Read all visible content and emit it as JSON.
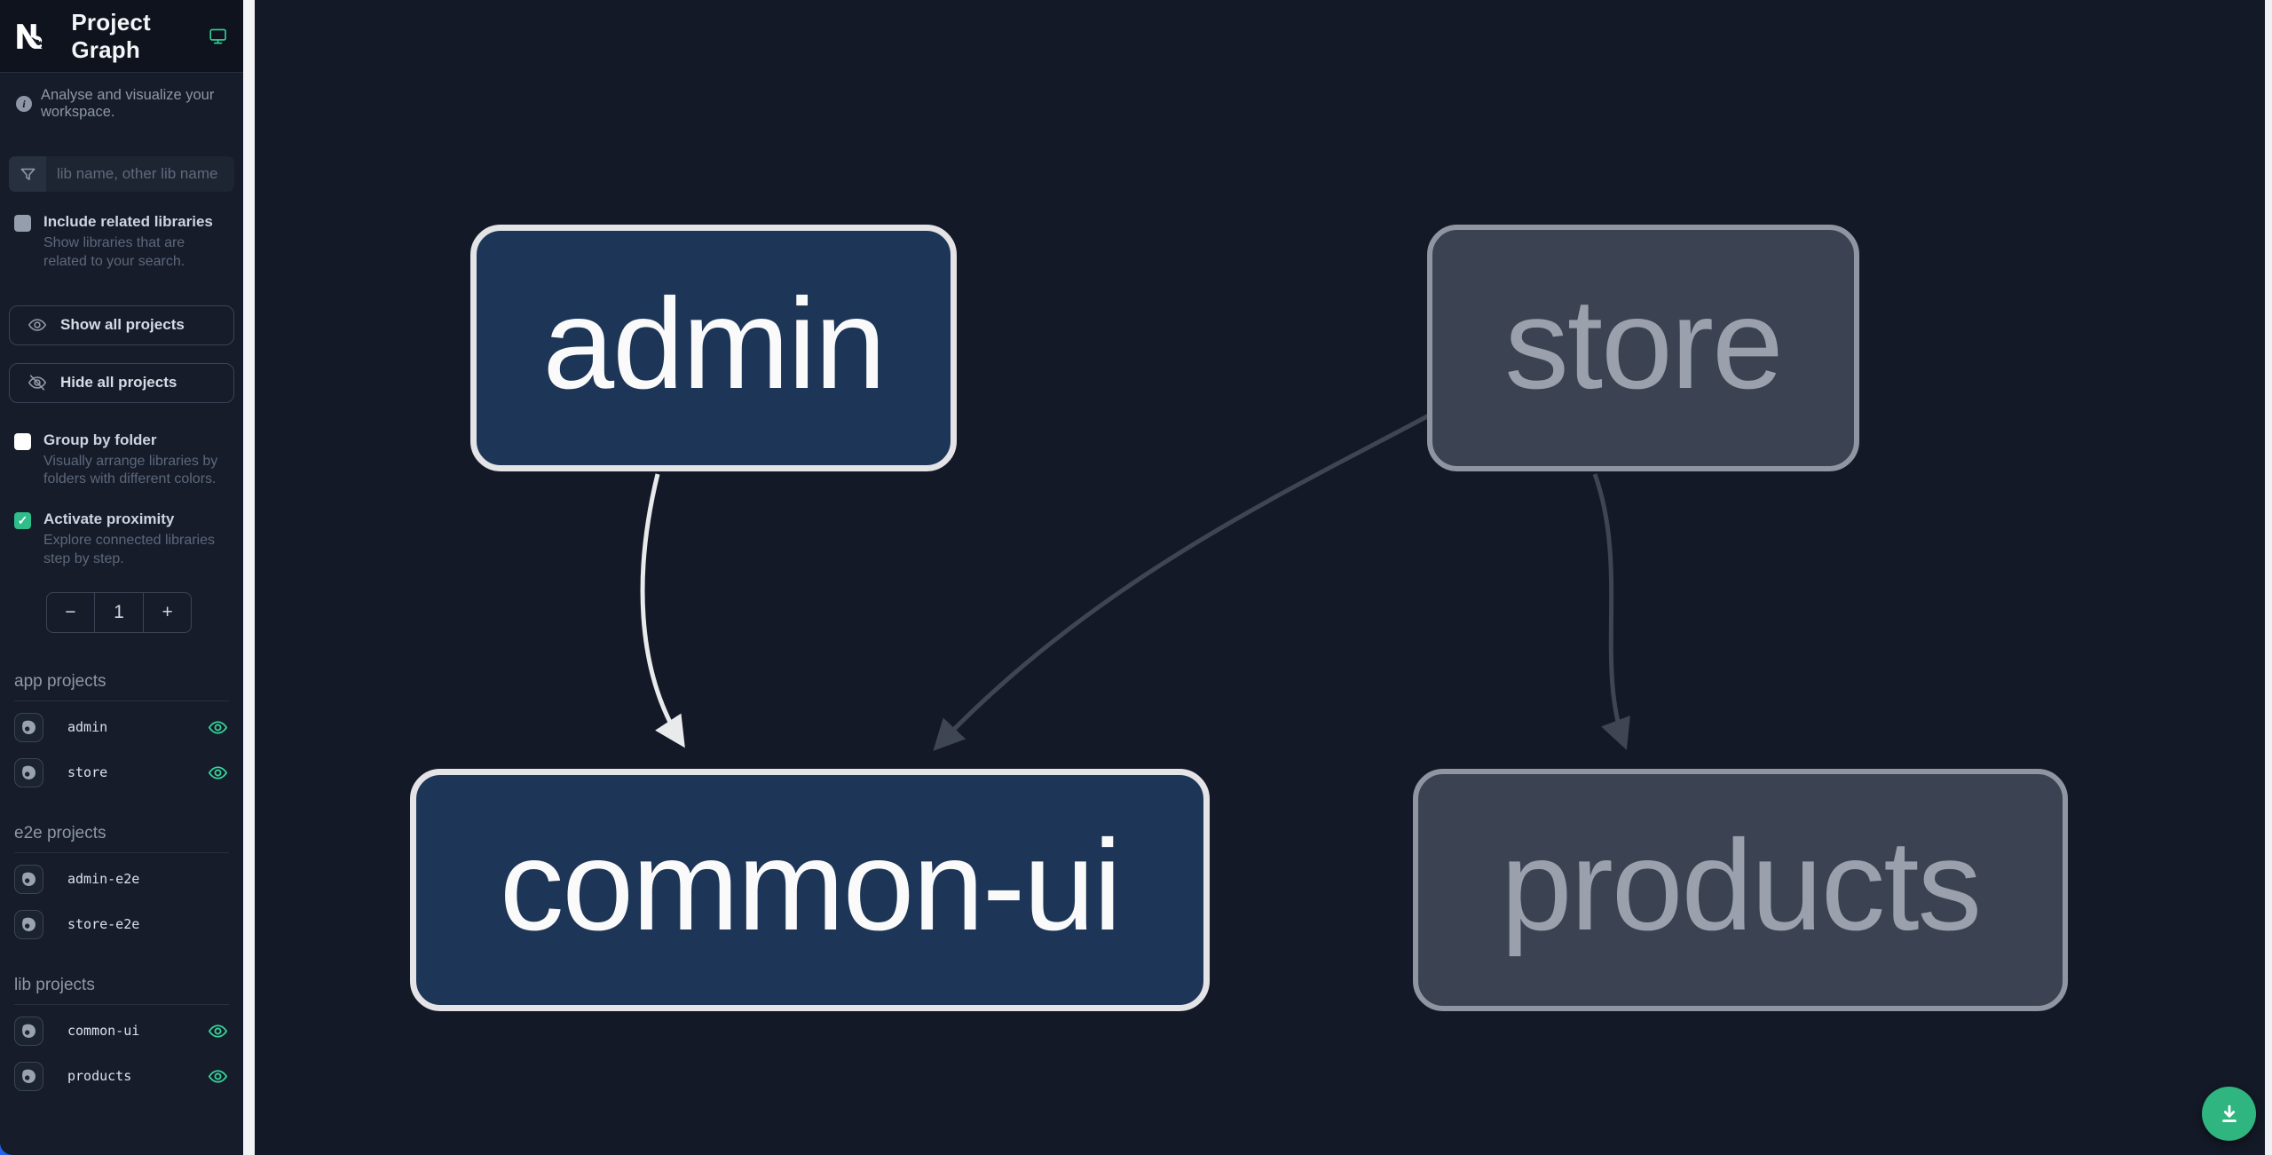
{
  "app": {
    "title": "Project Graph",
    "subtitle": "Analyse and visualize your workspace."
  },
  "search": {
    "placeholder": "lib name, other lib name",
    "value": ""
  },
  "options": {
    "include_related": {
      "label": "Include related libraries",
      "description": "Show libraries that are related to your search.",
      "checked": false
    },
    "group_by_folder": {
      "label": "Group by folder",
      "description": "Visually arrange libraries by folders with different colors.",
      "checked": false
    },
    "activate_proximity": {
      "label": "Activate proximity",
      "description": "Explore connected libraries step by step.",
      "checked": true
    }
  },
  "buttons": {
    "show_all": "Show all projects",
    "hide_all": "Hide all projects"
  },
  "proximity_stepper": {
    "decrement": "−",
    "value": "1",
    "increment": "+"
  },
  "icons": {
    "check": "✓",
    "names": [
      "nx-logo",
      "theme-monitor-icon",
      "info-icon",
      "filter-funnel-icon",
      "eye-icon",
      "eye-off-icon",
      "focus-icon",
      "download-icon"
    ]
  },
  "sections": [
    {
      "heading": "app projects",
      "items": [
        {
          "label": "admin",
          "eye_visible": true
        },
        {
          "label": "store",
          "eye_visible": true
        }
      ]
    },
    {
      "heading": "e2e projects",
      "items": [
        {
          "label": "admin-e2e",
          "eye_visible": false
        },
        {
          "label": "store-e2e",
          "eye_visible": false
        }
      ]
    },
    {
      "heading": "lib projects",
      "items": [
        {
          "label": "common-ui",
          "eye_visible": true
        },
        {
          "label": "products",
          "eye_visible": true
        }
      ]
    }
  ],
  "graph": {
    "nodes": [
      {
        "id": "admin",
        "label": "admin",
        "style": "focused"
      },
      {
        "id": "store",
        "label": "store",
        "style": "dimmed"
      },
      {
        "id": "common-ui",
        "label": "common-ui",
        "style": "focused"
      },
      {
        "id": "products",
        "label": "products",
        "style": "dimmed"
      }
    ],
    "edges": [
      {
        "source": "admin",
        "target": "common-ui",
        "style": "light"
      },
      {
        "source": "store",
        "target": "common-ui",
        "style": "dark"
      },
      {
        "source": "store",
        "target": "products",
        "style": "dark"
      }
    ]
  },
  "colors": {
    "accent_green": "#34d399",
    "fab_green": "#2fb57f",
    "node_focused_fill": "#1d3557",
    "node_focused_border": "#e4e4e7",
    "node_dimmed_fill": "#3b4251",
    "node_dimmed_border": "#8f96a2",
    "edge_light": "#e9eaec",
    "edge_dark": "#3e4553",
    "canvas_bg": "#141927",
    "sidebar_bg": "#161c2a"
  }
}
